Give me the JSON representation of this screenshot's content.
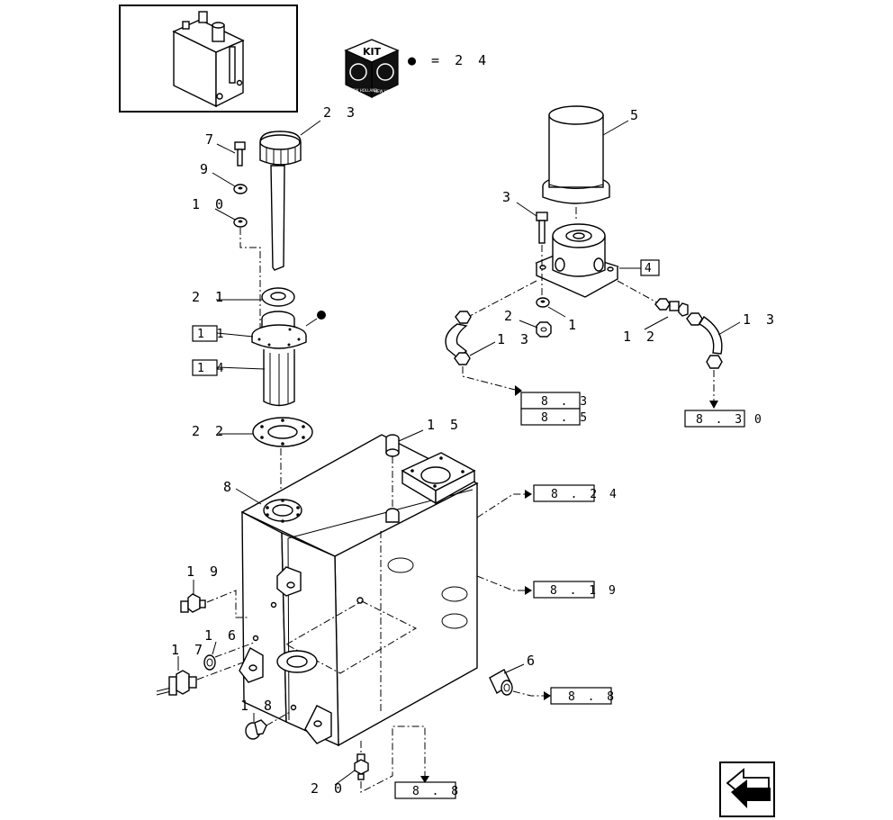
{
  "kit": {
    "badge_text": "KIT",
    "logo_text_left": "NEW HOLLAND",
    "logo_text_right": "NEW HOLLAND",
    "legend_value": "● = 2 4"
  },
  "callouts": {
    "c23": "2 3",
    "c7": "7",
    "c9": "9",
    "c10": "1 0",
    "c21": "2 1",
    "c22": "2 2",
    "c8": "8",
    "c15": "1 5",
    "c5": "5",
    "c3": "3",
    "c2": "2",
    "c1": "1",
    "c12": "1 2",
    "c13a": "1 3",
    "c13b": "1 3",
    "c19": "1 9",
    "c16": "1 6",
    "c17": "1 7",
    "c18": "1 8",
    "c20": "2 0",
    "c6": "6"
  },
  "boxed_parts": {
    "b11": "1 1",
    "b14": "1 4",
    "b4": "4"
  },
  "references": {
    "r83": "8 . 3",
    "r85": "8 . 5",
    "r830": "8 . 3 0",
    "r824": "8 . 2 4",
    "r819": "8 . 1 9",
    "r88a": "8 . 8",
    "r88b": "8 . 8"
  },
  "colors": {
    "line": "#000000",
    "background": "#ffffff"
  },
  "icons": [
    "kit-cube-icon",
    "previous-page-arrow-icon"
  ]
}
